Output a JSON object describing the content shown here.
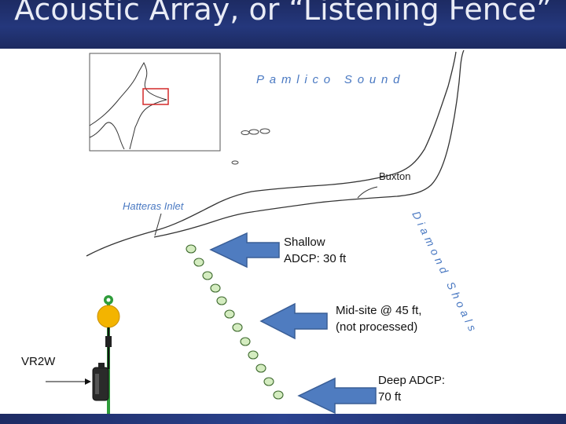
{
  "slide": {
    "title": "Acoustic Array, or “Listening Fence”"
  },
  "map": {
    "water_label": "Pamlico Sound",
    "town_label": "Buxton",
    "inlet_label": "Hatteras Inlet",
    "shoals_label": "Diamond Shoals"
  },
  "annotations": {
    "shallow_line1": "Shallow",
    "shallow_line2": "ADCP:  30 ft",
    "mid_line1": "Mid-site @ 45 ft,",
    "mid_line2": "(not processed)",
    "deep_line1": "Deep  ADCP:",
    "deep_line2": "70 ft",
    "receiver": "VR2W"
  },
  "colors": {
    "arrow": "#4f7cc0",
    "receiver_dot": "#d4ecc0",
    "water_label": "#4a79c2"
  }
}
